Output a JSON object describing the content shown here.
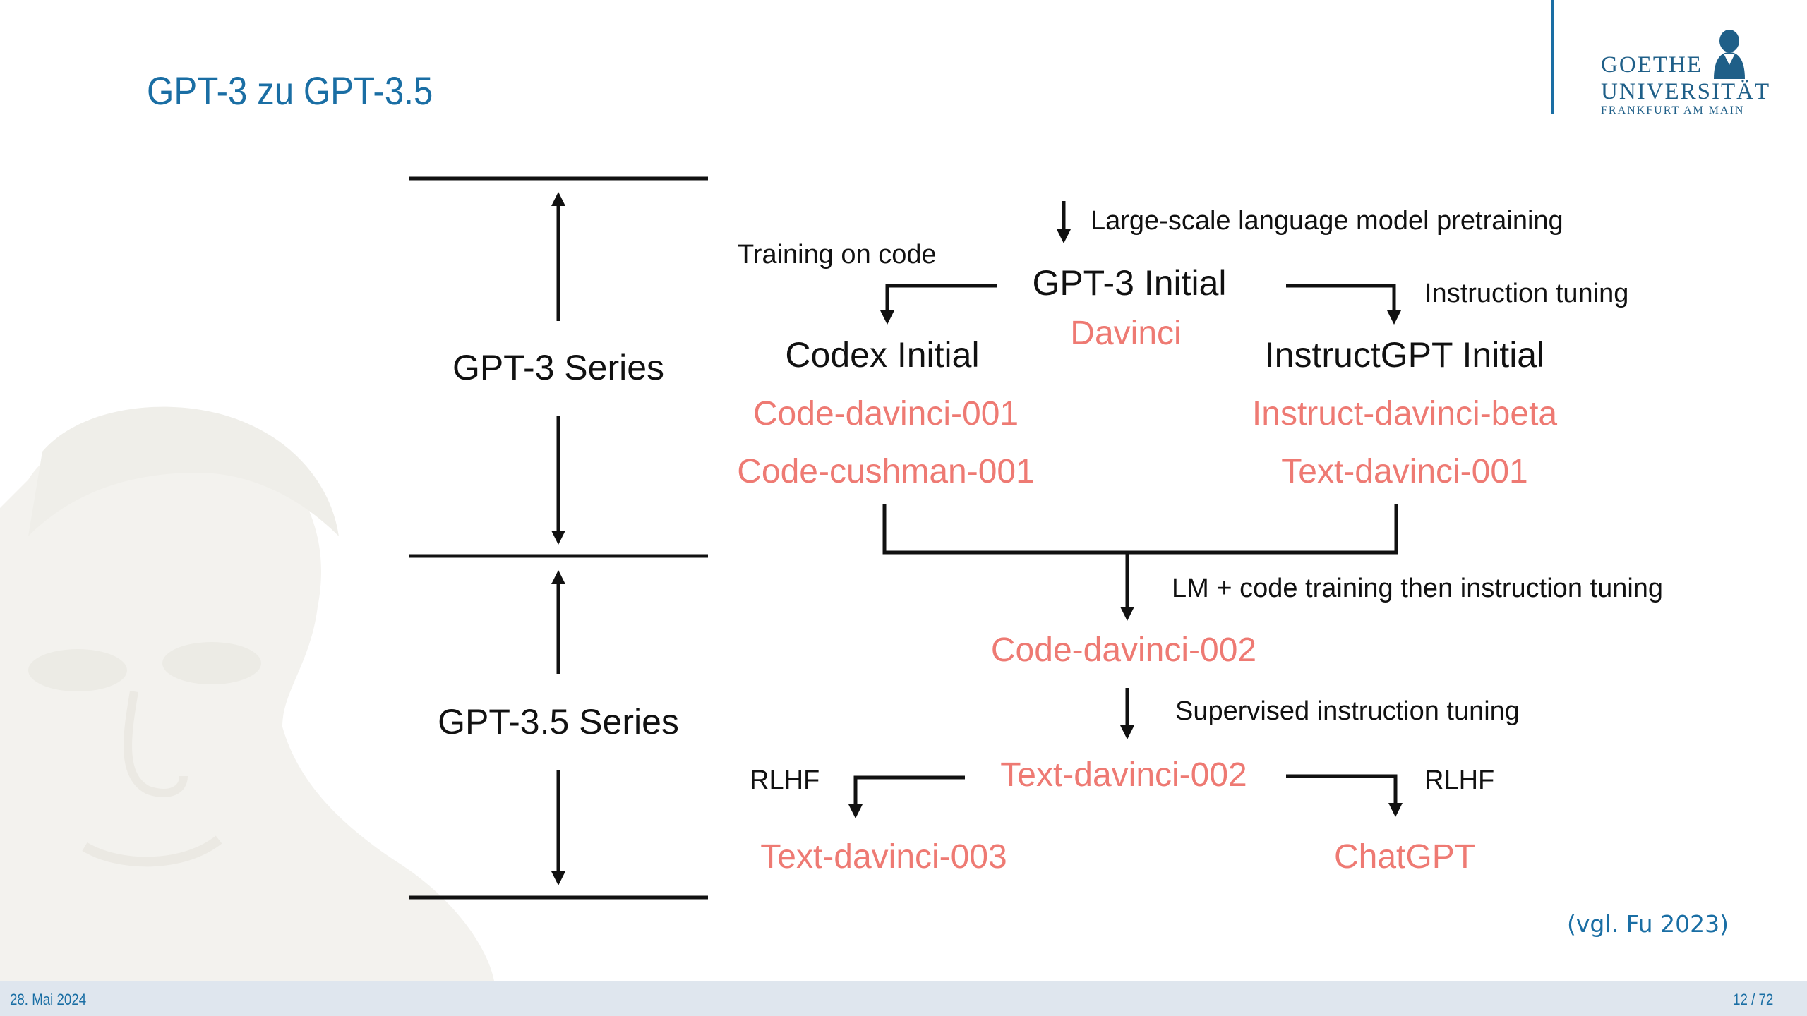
{
  "slide": {
    "title": "GPT-3 zu GPT-3.5",
    "citation": "(vgl. Fu 2023)"
  },
  "logo": {
    "line1": "GOETHE",
    "line2": "UNIVERSITÄT",
    "line3": "FRANKFURT AM MAIN",
    "icon": "goethe-portrait-icon"
  },
  "diagram": {
    "series": {
      "gpt3": "GPT-3 Series",
      "gpt35": "GPT-3.5 Series"
    },
    "steps": {
      "pretraining": "Large-scale language model pretraining",
      "training_on_code": "Training on code",
      "instruction_tuning": "Instruction tuning",
      "lm_code_instruction": "LM + code training then instruction tuning",
      "supervised_instruction": "Supervised instruction tuning",
      "rlhf_left": "RLHF",
      "rlhf_right": "RLHF"
    },
    "nodes": {
      "gpt3_initial": "GPT-3 Initial",
      "codex_initial": "Codex Initial",
      "instructgpt_initial": "InstructGPT Initial"
    },
    "models": {
      "davinci": "Davinci",
      "code_davinci_001": "Code-davinci-001",
      "code_cushman_001": "Code-cushman-001",
      "instruct_davinci_beta": "Instruct-davinci-beta",
      "text_davinci_001": "Text-davinci-001",
      "code_davinci_002": "Code-davinci-002",
      "text_davinci_002": "Text-davinci-002",
      "text_davinci_003": "Text-davinci-003",
      "chatgpt": "ChatGPT"
    },
    "colors": {
      "model": "#ee7a73",
      "text": "#111111",
      "accent": "#1a6ea4"
    }
  },
  "footer": {
    "date": "28. Mai 2024",
    "page": "12 / 72"
  }
}
